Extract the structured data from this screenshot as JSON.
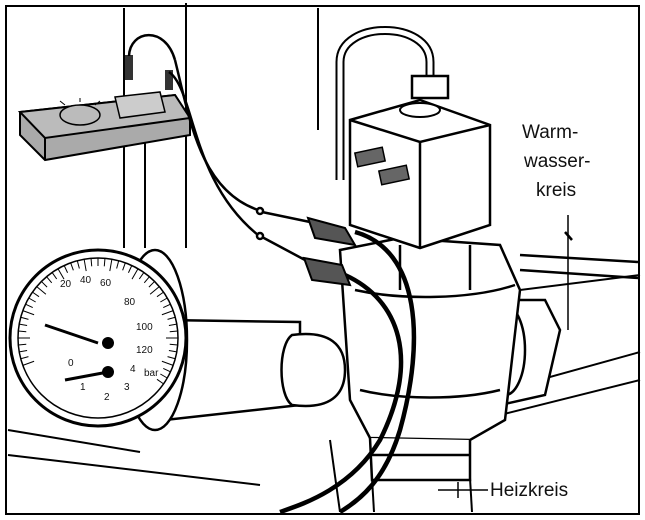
{
  "labels": {
    "warm_line1": "Warm-",
    "warm_line2": "wasser-",
    "warm_line3": "kreis",
    "heiz": "Heizkreis"
  },
  "gauge": {
    "temp_scale": [
      "20",
      "40",
      "60",
      "80",
      "100",
      "120"
    ],
    "pressure_scale": [
      "0",
      "1",
      "2",
      "3",
      "4"
    ],
    "pressure_unit": "bar"
  }
}
